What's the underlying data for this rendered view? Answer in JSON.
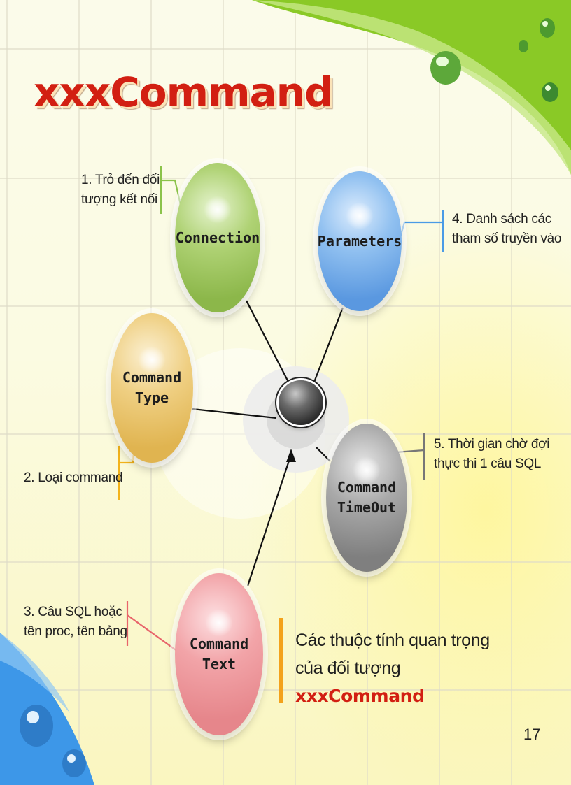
{
  "slide": {
    "title": "xxxCommand",
    "center_label": "",
    "nodes": {
      "connection": "Connection",
      "parameters": "Parameters",
      "command_type": "Command\nType",
      "command_timeout": "Command\nTimeOut",
      "command_text": "Command\nText"
    },
    "annotations": {
      "connection": "1. Trỏ đến đối\ntượng kết nối",
      "command_type": "2. Loại command",
      "command_text": "3. Câu SQL hoặc\ntên proc, tên bảng",
      "parameters": "4. Danh sách các\ntham số truyền vào",
      "command_timeout": "5. Thời gian chờ đợi\nthực thi 1 câu SQL"
    },
    "callout_text": "Các thuộc tính quan trọng của đối tượng ",
    "callout_highlight": "xxxCommand",
    "page_number": "17"
  },
  "colors": {
    "title": "#d21f12",
    "connection": "#9cc25a",
    "parameters": "#6fa8e4",
    "command_type": "#e9c25f",
    "command_timeout": "#8f8f8f",
    "command_text": "#ec8f94",
    "accent_green": "#7dba1e",
    "accent_blue": "#4a9be6",
    "callout_bar": "#f3a21b"
  }
}
